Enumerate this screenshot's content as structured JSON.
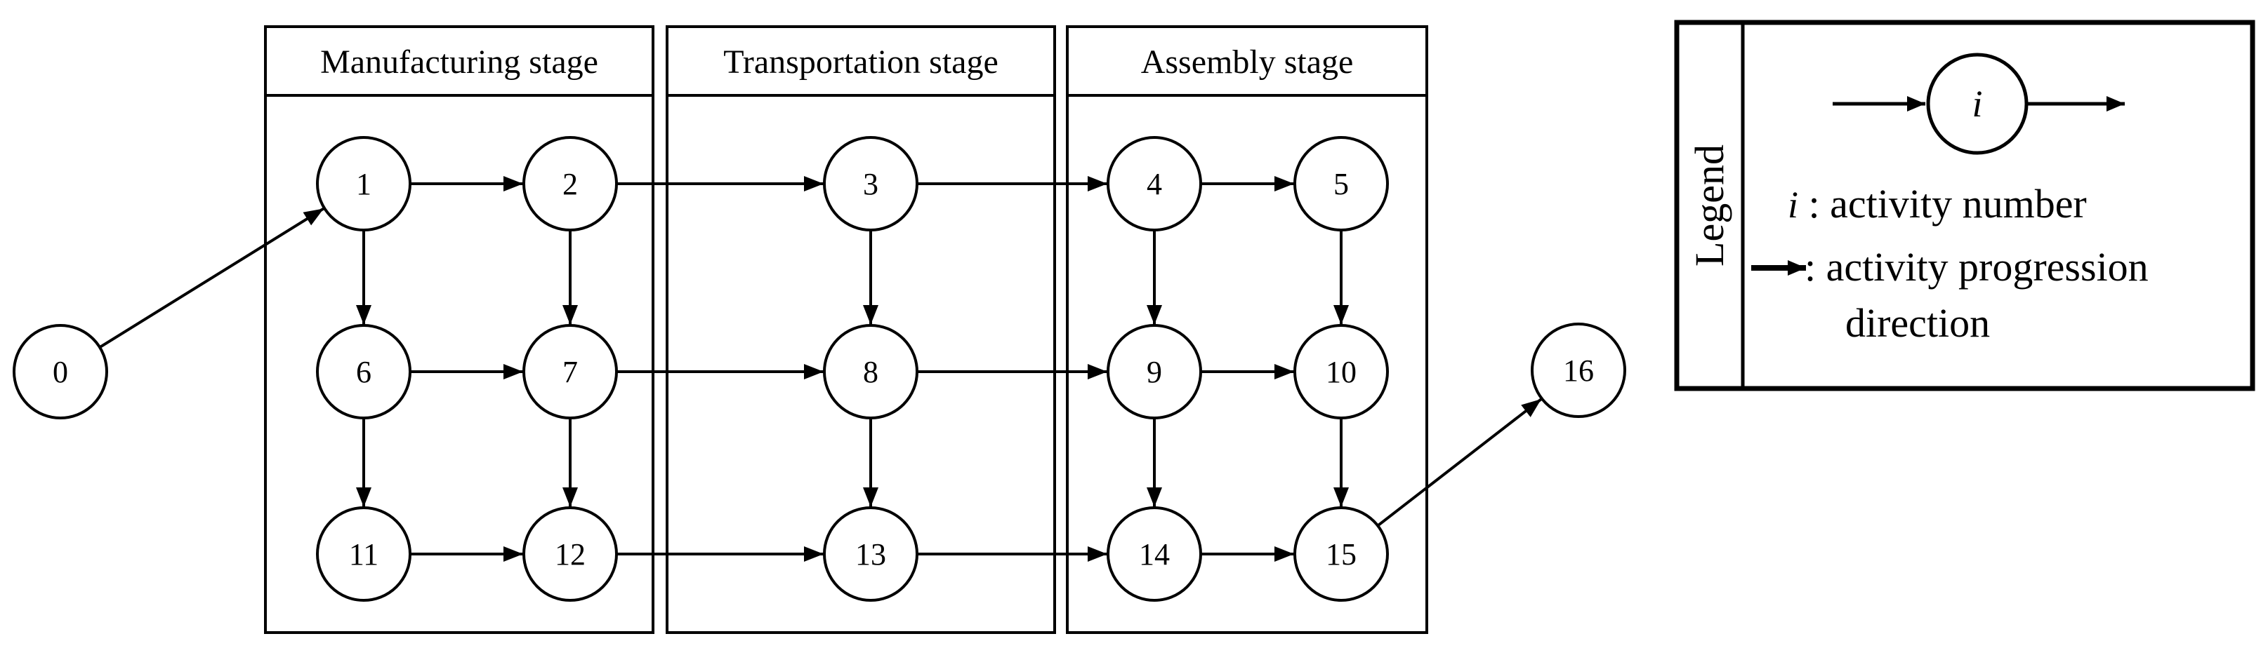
{
  "stages": [
    {
      "id": "manufacturing",
      "title": "Manufacturing stage"
    },
    {
      "id": "transportation",
      "title": "Transportation stage"
    },
    {
      "id": "assembly",
      "title": "Assembly stage"
    }
  ],
  "nodes": [
    {
      "id": "0",
      "label": "0"
    },
    {
      "id": "1",
      "label": "1"
    },
    {
      "id": "2",
      "label": "2"
    },
    {
      "id": "3",
      "label": "3"
    },
    {
      "id": "4",
      "label": "4"
    },
    {
      "id": "5",
      "label": "5"
    },
    {
      "id": "6",
      "label": "6"
    },
    {
      "id": "7",
      "label": "7"
    },
    {
      "id": "8",
      "label": "8"
    },
    {
      "id": "9",
      "label": "9"
    },
    {
      "id": "10",
      "label": "10"
    },
    {
      "id": "11",
      "label": "11"
    },
    {
      "id": "12",
      "label": "12"
    },
    {
      "id": "13",
      "label": "13"
    },
    {
      "id": "14",
      "label": "14"
    },
    {
      "id": "15",
      "label": "15"
    },
    {
      "id": "16",
      "label": "16"
    }
  ],
  "edges": [
    [
      "0",
      "1"
    ],
    [
      "1",
      "2"
    ],
    [
      "2",
      "3"
    ],
    [
      "3",
      "4"
    ],
    [
      "4",
      "5"
    ],
    [
      "6",
      "7"
    ],
    [
      "7",
      "8"
    ],
    [
      "8",
      "9"
    ],
    [
      "9",
      "10"
    ],
    [
      "11",
      "12"
    ],
    [
      "12",
      "13"
    ],
    [
      "13",
      "14"
    ],
    [
      "14",
      "15"
    ],
    [
      "1",
      "6"
    ],
    [
      "6",
      "11"
    ],
    [
      "2",
      "7"
    ],
    [
      "7",
      "12"
    ],
    [
      "3",
      "8"
    ],
    [
      "8",
      "13"
    ],
    [
      "4",
      "9"
    ],
    [
      "9",
      "14"
    ],
    [
      "5",
      "10"
    ],
    [
      "10",
      "15"
    ],
    [
      "15",
      "16"
    ]
  ],
  "legend": {
    "title": "Legend",
    "node_symbol": "i",
    "item1_symbol": "i",
    "item1_text": " : activity number",
    "item2_text": ": activity progression",
    "item2_text_line2": "direction"
  }
}
